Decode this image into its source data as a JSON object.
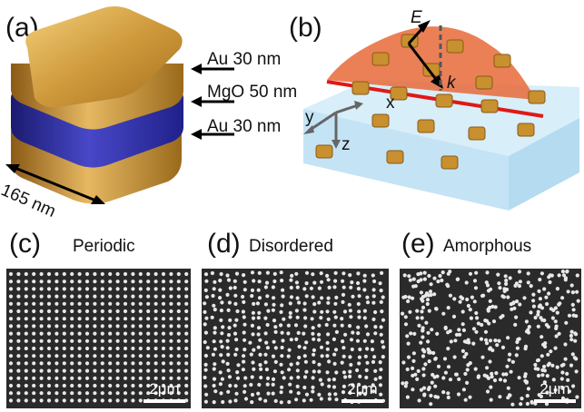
{
  "panels": {
    "a": {
      "label": "(a)"
    },
    "b": {
      "label": "(b)"
    },
    "c": {
      "label": "(c)",
      "title": "Periodic"
    },
    "d": {
      "label": "(d)",
      "title": "Disordered"
    },
    "e": {
      "label": "(e)",
      "title": "Amorphous"
    }
  },
  "layers": {
    "au_top": "Au 30 nm",
    "mgo": "MgO 50 nm",
    "au_bottom": "Au 30 nm"
  },
  "dimension": "165 nm",
  "axes": {
    "x": "x",
    "y": "y",
    "z": "z"
  },
  "vectors": {
    "E": "E",
    "k": "k"
  },
  "scale_bar": "2μm",
  "colors": {
    "gold": "#c8902e",
    "mgo": "#2a2a9a",
    "beam": "#e8602a",
    "substrate": "#d6ecf8",
    "laser_line": "#e01818",
    "sem_bg": "#2a2a2a"
  }
}
